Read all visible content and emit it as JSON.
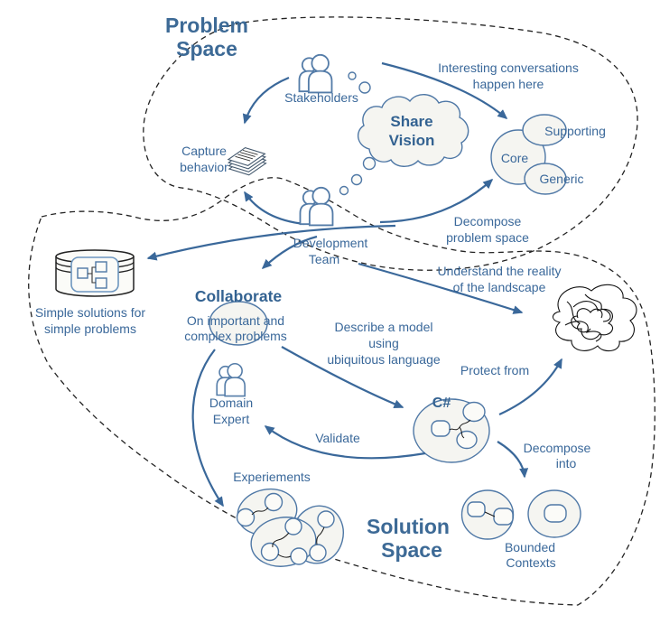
{
  "regions": {
    "problem_space": {
      "line1": "Problem",
      "line2": "Space"
    },
    "solution_space": {
      "line1": "Solution",
      "line2": "Space"
    }
  },
  "nodes": {
    "stakeholders": {
      "label": "Stakeholders"
    },
    "share_vision": {
      "line1": "Share",
      "line2": "Vision"
    },
    "capture_behavior": {
      "line1": "Capture",
      "line2": "behavior"
    },
    "subdomains": {
      "core": "Core",
      "supporting": "Supporting",
      "generic": "Generic"
    },
    "development_team": {
      "line1": "Development",
      "line2": "Team"
    },
    "simple_solutions": {
      "line1": "Simple solutions for",
      "line2": "simple problems"
    },
    "collaborate": {
      "title": "Collaborate",
      "line1": "On important and",
      "line2": "complex problems"
    },
    "domain_expert": {
      "line1": "Domain",
      "line2": "Expert"
    },
    "model": {
      "label": "C#"
    },
    "experiments": {
      "label": "Experiements"
    },
    "bounded_contexts": {
      "line1": "Bounded",
      "line2": "Contexts"
    }
  },
  "annotations": {
    "interesting_conversations": {
      "line1": "Interesting conversations",
      "line2": "happen here"
    },
    "decompose_problem": {
      "line1": "Decompose",
      "line2": "problem space"
    },
    "understand_reality": {
      "line1": "Understand the reality",
      "line2": "of the landscape"
    },
    "describe_model": {
      "line1": "Describe a model",
      "line2": "using",
      "line3": "ubiquitous language"
    },
    "validate": {
      "label": "Validate"
    },
    "protect_from": {
      "label": "Protect from"
    },
    "decompose_into": {
      "line1": "Decompose",
      "line2": "into"
    }
  },
  "colors": {
    "ink": "#3a689a",
    "bold_ink": "#336291",
    "shape_stroke": "#4f78a6",
    "shape_fill": "#f5f5f1",
    "boundary": "#222222",
    "scribble": "#111111"
  }
}
